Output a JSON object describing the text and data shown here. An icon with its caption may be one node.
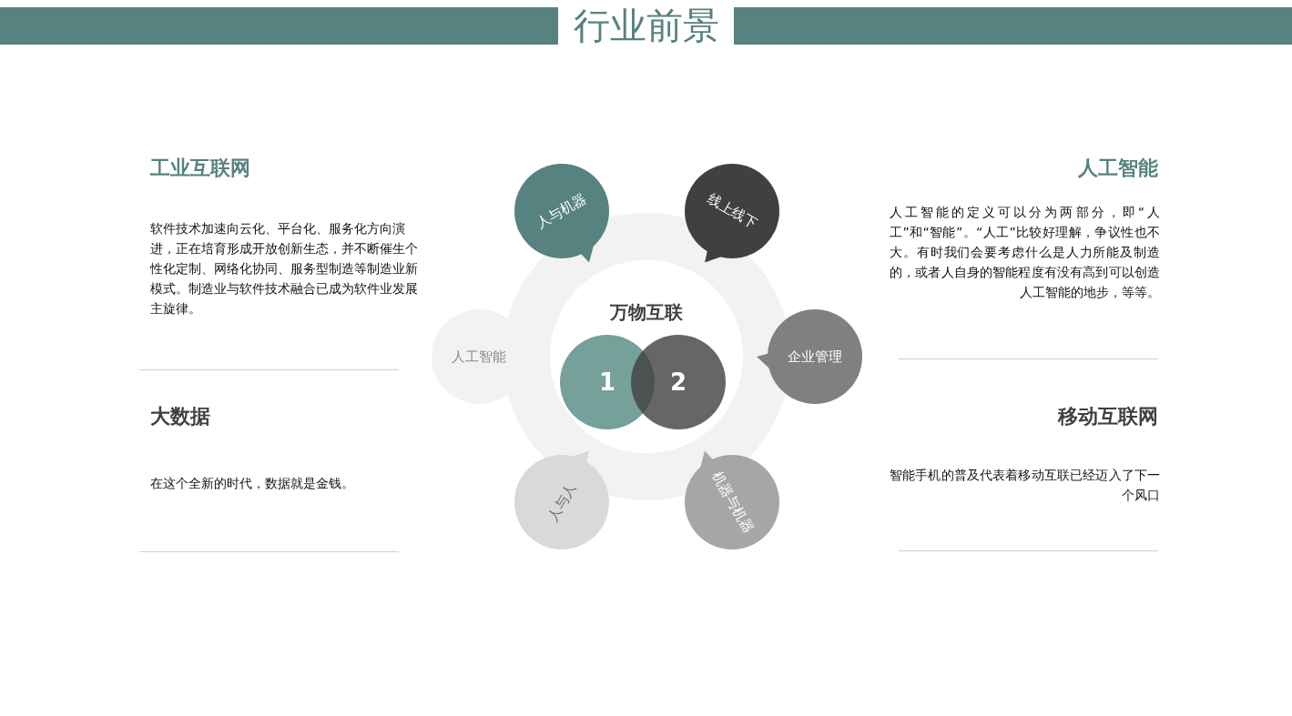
{
  "diagram": {
    "title": "行业前景",
    "nodes": [
      {
        "text": [
          "万物互联"
        ]
      },
      {
        "text": [
          "1"
        ],
        "in": 0
      },
      {
        "text": [
          "2"
        ],
        "in": 0
      },
      {
        "text": [
          "人与机器"
        ]
      },
      {
        "text": [
          "线上线下"
        ]
      },
      {
        "text": [
          "人工智能"
        ]
      },
      {
        "text": [
          "企业管理"
        ]
      },
      {
        "text": [
          "人与人"
        ]
      },
      {
        "text": [
          "机器与机器"
        ]
      }
    ],
    "labels": [
      "工业互联网",
      "软件技术加速向云化、平台化、服务化方向演进，正在培育形成开放创新生态，并不断催生个性化定制、网络化协同、服务型制造等制造业新模式。制造业与软件技术融合已成为软件业发展主旋律。",
      "人工智能",
      "人工智能的定义可以分为两部分，即“人工”和“智能”。“人工”比较好理解，争议性也不大。有时我们会要考虑什么是人力所能及制造的，或者人自身的智能程度有没有高到可以创造人工智能的地步，等等。",
      "大数据",
      "在这个全新的时代，数据就是金钱。",
      "移动互联网",
      "智能手机的普及代表着移动互联已经迈入了下一个风口"
    ]
  }
}
